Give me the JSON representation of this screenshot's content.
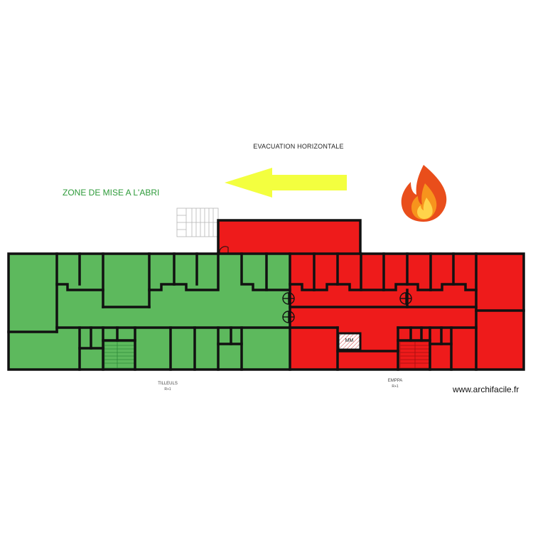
{
  "labels": {
    "evacuation": "EVACUATION HORIZONTALE",
    "shelter_zone": "ZONE DE MISE A L'ABRI",
    "room_mm": "MM",
    "left_caption": "TILLEULS",
    "left_level": "R+1",
    "right_caption": "EMPPA",
    "right_level": "R+1",
    "watermark": "www.archifacile.fr"
  },
  "colors": {
    "safe_zone": "#5db95d",
    "fire_zone": "#ee1b1b",
    "walls": "#111111",
    "arrow": "#f3ff3f",
    "zone_text": "#2e9b3a"
  },
  "icons": {
    "fire": "fire-icon",
    "arrow": "arrow-left-icon",
    "doors": "fire-door-icon"
  }
}
